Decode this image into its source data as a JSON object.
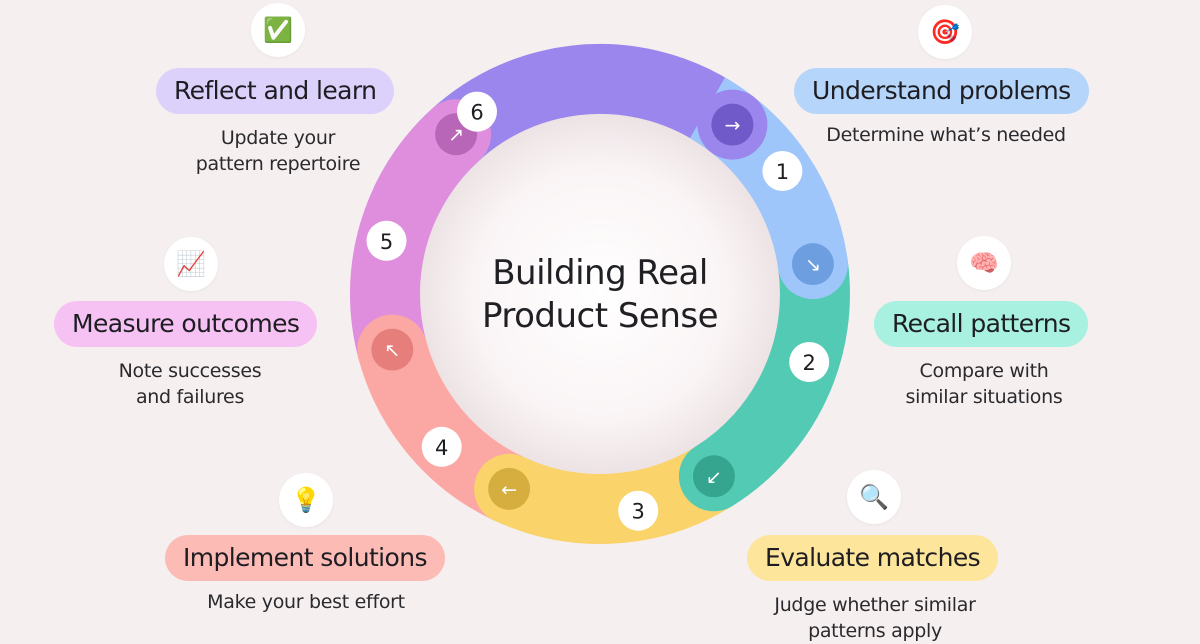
{
  "title_lines": [
    "Building Real",
    "Product Sense"
  ],
  "colors": {
    "background": "#f6efef",
    "badge_fill": "#ffffff"
  },
  "steps": [
    {
      "number": "1",
      "title": "Understand problems",
      "description": [
        "Determine what’s needed"
      ],
      "icon": "direct-hit-icon",
      "emoji": "🎯",
      "arrow": "↘",
      "color": "#9ec6fb",
      "pill_color": "#b6d5fb",
      "arrow_color": "#6d9fe0"
    },
    {
      "number": "2",
      "title": "Recall patterns",
      "description": [
        "Compare with",
        "similar situations"
      ],
      "icon": "brain-icon",
      "emoji": "🧠",
      "arrow": "↙",
      "color": "#53cbb4",
      "pill_color": "#a8f0df",
      "arrow_color": "#36a58f"
    },
    {
      "number": "3",
      "title": "Evaluate matches",
      "description": [
        "Judge whether similar",
        "patterns apply"
      ],
      "icon": "magnifying-glass-icon",
      "emoji": "🔍",
      "arrow": "←",
      "color": "#fad36b",
      "pill_color": "#fde59c",
      "arrow_color": "#d6ae3f"
    },
    {
      "number": "4",
      "title": "Implement solutions",
      "description": [
        "Make your best effort"
      ],
      "icon": "light-bulb-icon",
      "emoji": "💡",
      "arrow": "↖",
      "color": "#fba8a5",
      "pill_color": "#fdbbb6",
      "arrow_color": "#e67f7c"
    },
    {
      "number": "5",
      "title": "Measure outcomes",
      "description": [
        "Note successes",
        "and failures"
      ],
      "icon": "chart-increasing-icon",
      "emoji": "📈",
      "arrow": "↗",
      "color": "#df8ede",
      "pill_color": "#f6c2f4",
      "arrow_color": "#b866b7"
    },
    {
      "number": "6",
      "title": "Reflect and learn",
      "description": [
        "Update your",
        "pattern repertoire"
      ],
      "icon": "check-mark-button-icon",
      "emoji": "✅",
      "arrow": "→",
      "color": "#9a86ec",
      "pill_color": "#dcd1fb",
      "arrow_color": "#7059c9"
    }
  ]
}
